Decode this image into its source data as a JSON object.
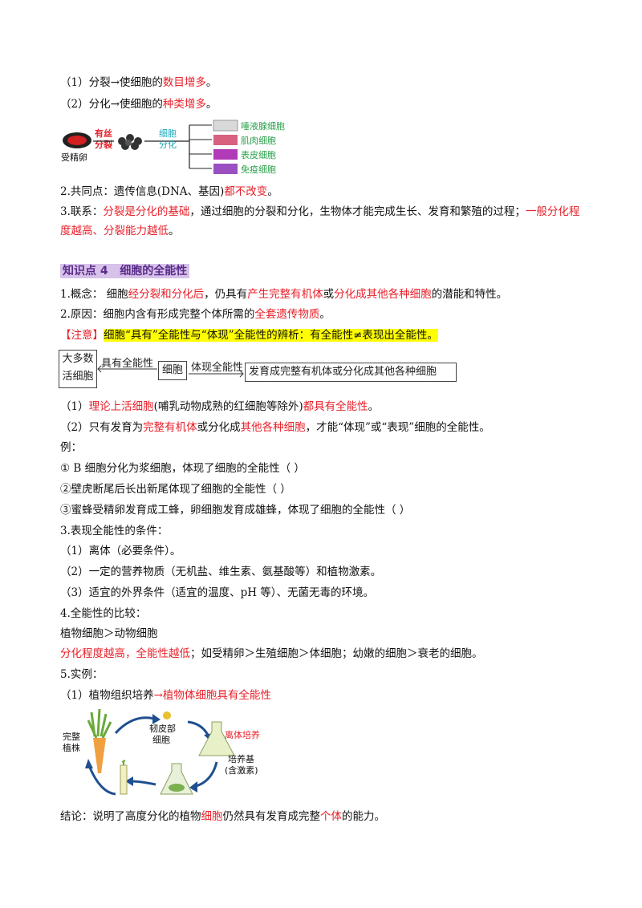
{
  "s1": {
    "a": "（1）分裂→使细胞的",
    "b": "数目增多",
    "c": "。"
  },
  "s2": {
    "a": "（2）分化→使细胞的",
    "b": "种类增多",
    "c": "。"
  },
  "fig1": {
    "egg": "受精卵",
    "mitosis1": "有丝",
    "mitosis2": "分裂",
    "diff1": "细胞",
    "diff2": "分化",
    "cells": [
      "唾液腺细胞",
      "肌肉细胞",
      "表皮细胞",
      "免疫细胞"
    ]
  },
  "s3": {
    "a": "2.共同点：遗传信息(DNA、基因)",
    "b": "都不改变",
    "c": "。"
  },
  "s4": {
    "a": "3.联系：",
    "b": "分裂是分化的基础",
    "c": "，通过细胞的分裂和分化，生物体才能完成生长、发育和繁殖的过程；",
    "d": "一般分化程度越高、分裂能力越低",
    "e": "。"
  },
  "kp4": {
    "label": "知识点 4",
    "title": "细胞的全能性"
  },
  "c1": {
    "a": "1.概念：  细胞",
    "b": "经分裂和分化后",
    "c": "，仍具有",
    "d": "产生完整有机体",
    "e": "或",
    "f": "分化成其他各种细胞",
    "g": "的潜能和特性。"
  },
  "c2": {
    "a": "2.原因：细胞内含有形成完整个体所需的",
    "b": "全套遗传物质",
    "c": "。"
  },
  "note": {
    "tag": "【注意】",
    "text": "细胞“具有”全能性与“体现”全能性的辨析：有全能性≠表现出全能性。"
  },
  "hw": {
    "box1a": "大多数",
    "box1b": "活细胞",
    "arrow1": "具有全能性",
    "box2": "细胞",
    "arrow2": "体现全能性",
    "box3": "发育成完整有机体或分化成其他各种细胞"
  },
  "p1": {
    "a": "（1）",
    "b": "理论上活细胞",
    "c": "(哺乳动物成熟的红细胞等除外)",
    "d": "都具有全能性",
    "e": "。"
  },
  "p2": {
    "a": "（2）只有发育为",
    "b": "完整有机体",
    "c": "或分化成",
    "d": "其他各种细胞",
    "e": "，才能“体现”或“表现”细胞的全能性。"
  },
  "ex": {
    "title": "例：",
    "e1": "① B 细胞分化为浆细胞，体现了细胞的全能性（          ）",
    "e2": "②壁虎断尾后长出新尾体现了细胞的全能性（        ）",
    "e3": "③蜜蜂受精卵发育成工蜂，卵细胞发育成雄蜂，体现了细胞的全能性（           ）"
  },
  "cond": {
    "title": "3.表现全能性的条件：",
    "c1": "（1）离体（必要条件）。",
    "c2": "（2）一定的营养物质（无机盐、维生素、氨基酸等）和植物激素。",
    "c3": "（3）适宜的外界条件（适宜的温度、pH 等）、无菌无毒的环境。"
  },
  "cmp": {
    "title": "4.全能性的比较：",
    "l1": "植物细胞＞动物细胞",
    "l2a": "分化程度越高，全能性越低",
    "l2b": "；如受精卵＞生殖细胞＞体细胞；幼嫩的细胞＞衰老的细胞。"
  },
  "inst": {
    "title": "5.实例：",
    "a": "（1）植物组织培养",
    "b": "→植物体细胞具有全能性"
  },
  "fig2": {
    "plant1": "完整",
    "plant2": "植株",
    "phloem1": "韧皮部",
    "phloem2": "细胞",
    "culture": "离体培养",
    "medium1": "培养基",
    "medium2": "(含激素)"
  },
  "concl": {
    "a": "结论：说明了高度分化的植物",
    "b": "细胞",
    "c": "仍然具有发育成完整",
    "d": "个体",
    "e": "的能力。"
  },
  "colors": {
    "red": "#e8202a",
    "teal": "#1aa7b8",
    "purple": "#5b2c8a",
    "highlight": "#ffff00"
  }
}
